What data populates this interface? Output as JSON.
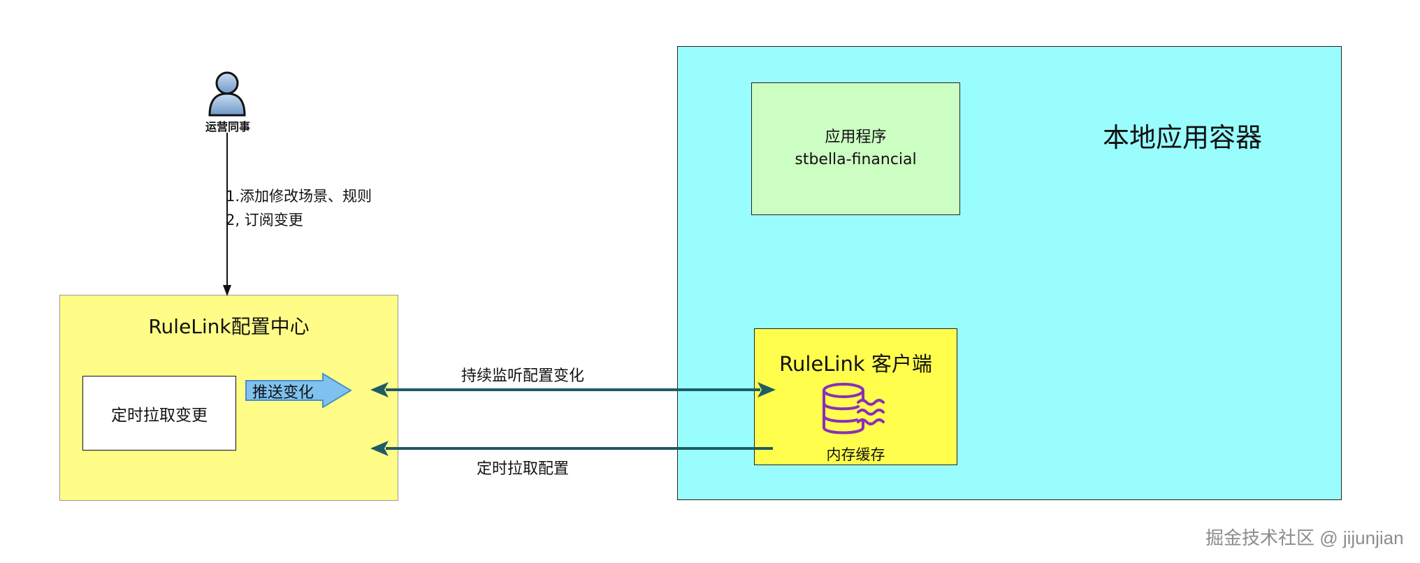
{
  "actor": {
    "label": "运营同事"
  },
  "steps": {
    "text": "1.添加修改场景、规则\n2, 订阅变更"
  },
  "config_center": {
    "title": "RuleLink配置中心",
    "pull_box_label": "定时拉取变更",
    "push_label": "推送变化"
  },
  "local_container": {
    "label": "本地应用容器",
    "app": {
      "line1": "应用程序",
      "line2": "stbella-financial"
    },
    "client": {
      "title": "RuleLink 客户端",
      "cache_label": "内存缓存"
    }
  },
  "connections": {
    "listen_label": "持续监听配置变化",
    "pull_label": "定时拉取配置"
  },
  "watermark": "掘金技术社区 @ jijunjian",
  "colors": {
    "config_center_fill": "#fffd88",
    "container_fill": "#9afdfd",
    "app_fill": "#ccfdc2",
    "client_fill": "#fffe4d",
    "connector": "#1f5c63",
    "push_arrow": "#6fb9ea",
    "db_icon": "#8a2fb8"
  }
}
